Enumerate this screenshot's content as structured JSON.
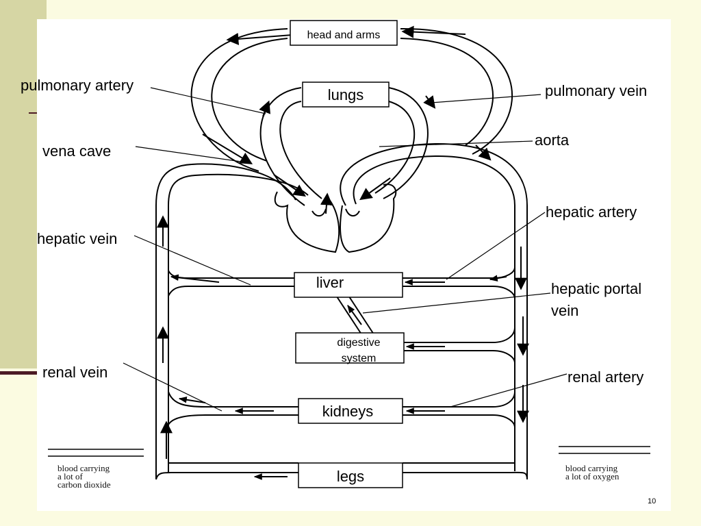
{
  "organs": {
    "head_arms": "head and arms",
    "lungs": "lungs",
    "liver": "liver",
    "digestive_line1": "digestive",
    "digestive_line2": "system",
    "kidneys": "kidneys",
    "legs": "legs"
  },
  "callouts": {
    "pulmonary_artery": "pulmonary artery",
    "pulmonary_vein": "pulmonary vein",
    "vena_cava": "vena cave",
    "aorta": "aorta",
    "hepatic_artery": "hepatic artery",
    "hepatic_vein": "hepatic vein",
    "hepatic_portal_line1": "hepatic portal",
    "hepatic_portal_line2": "vein",
    "renal_vein": "renal vein",
    "renal_artery": "renal artery"
  },
  "legend": {
    "left_line1": "blood carrying",
    "left_line2": "a lot of",
    "left_line3": "carbon dioxide",
    "right_line1": "blood carrying",
    "right_line2": "a lot of oxygen"
  },
  "slide_number": "10"
}
